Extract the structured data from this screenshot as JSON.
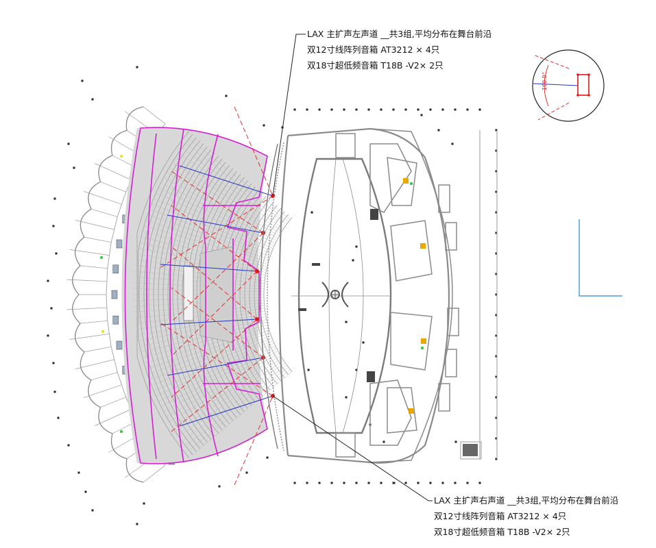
{
  "annotations": {
    "left_channel": {
      "title": "LAX 主扩声左声道 __共3组,平均分布在舞台前沿",
      "line1": "双12寸线阵列音箱 AT3212 × 4只",
      "line2": "双18寸超低频音箱 T18B -V2× 2只"
    },
    "right_channel": {
      "title": "LAX 主扩声右声道 __共3组,平均分布在舞台前沿",
      "line1": "双12寸线阵列音箱 AT3212 × 4只",
      "line2": "双18寸超低频音箱 T18B -V2× 2只"
    }
  },
  "inset": {
    "angle_label": "100.0°"
  },
  "colors": {
    "seating_outline": "#d21fd2",
    "coverage_lines": "#e03030",
    "aim_lines": "#2233c8",
    "structure": "#8a8a8a",
    "dark_structure": "#555555",
    "legend_bracket": "#2a86d6",
    "speaker": "#e01818"
  }
}
